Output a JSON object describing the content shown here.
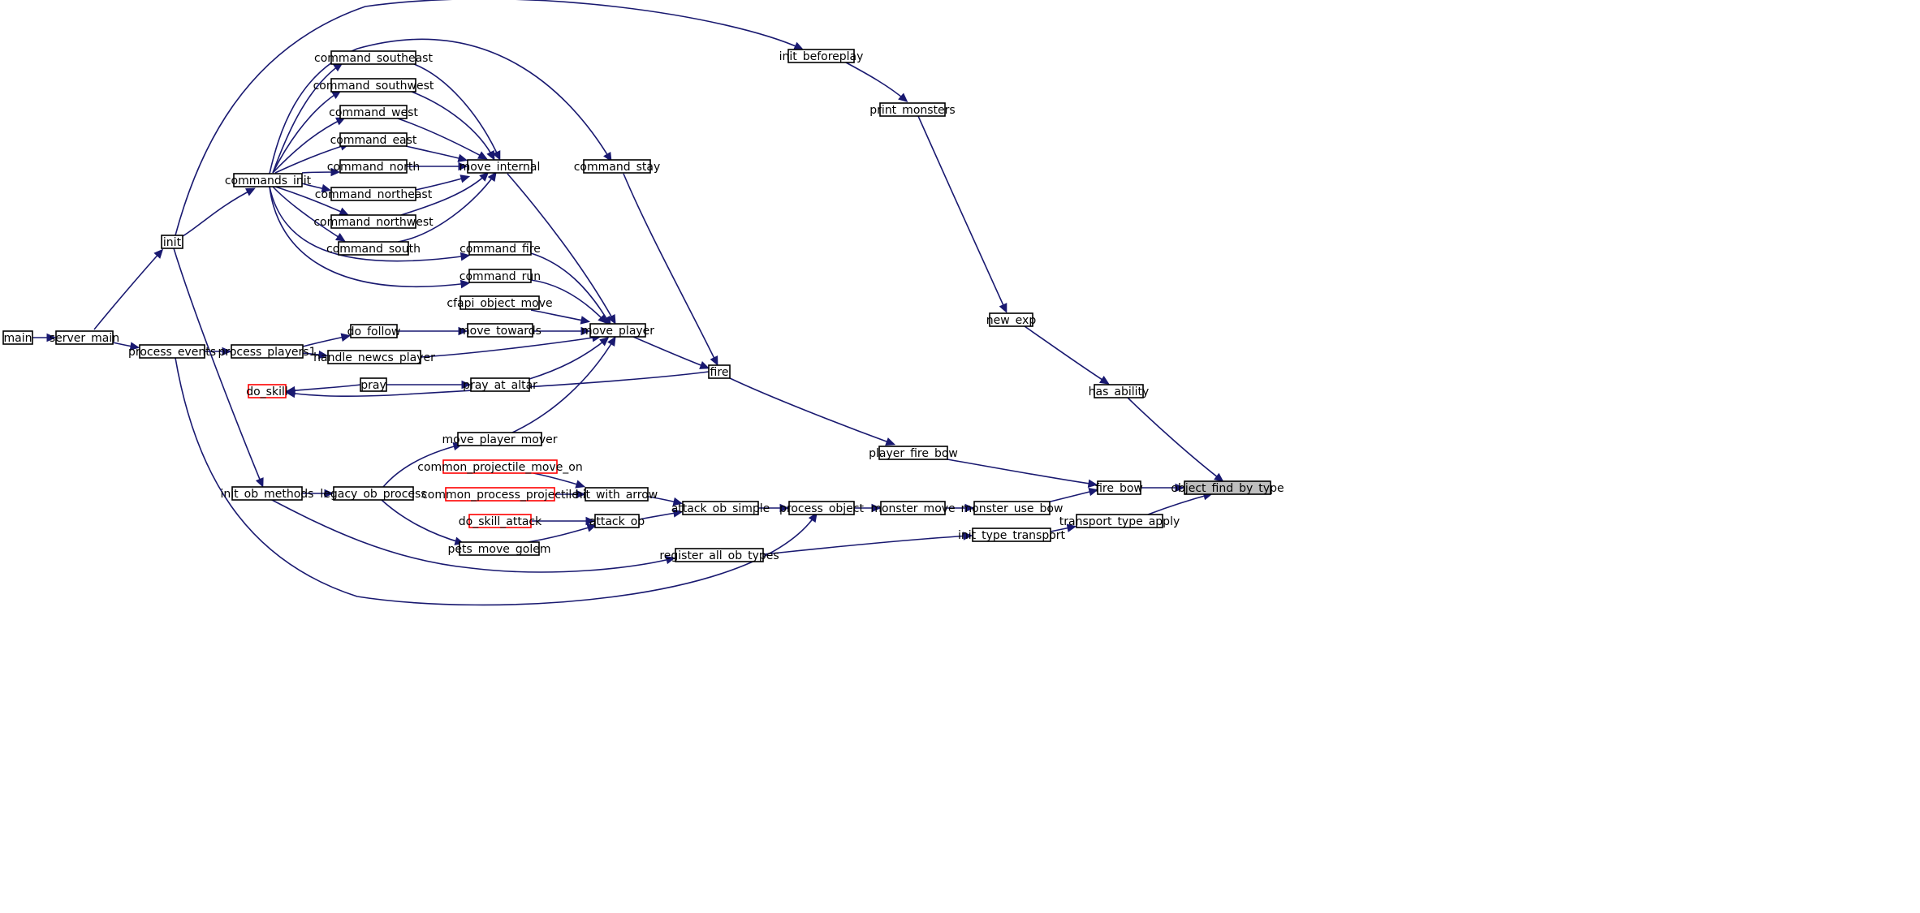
{
  "graph": {
    "focus": "object_find_by_type",
    "colors": {
      "edge": "#191970",
      "node_border": "#000000",
      "node_border_truncated": "#ff0000",
      "focus_fill": "#bfbfbf"
    },
    "nodes": [
      {
        "id": "main",
        "label": "main"
      },
      {
        "id": "server_main",
        "label": "server_main"
      },
      {
        "id": "init",
        "label": "init"
      },
      {
        "id": "process_events",
        "label": "process_events"
      },
      {
        "id": "commands_init",
        "label": "commands_init"
      },
      {
        "id": "process_players1",
        "label": "process_players1"
      },
      {
        "id": "do_follow",
        "label": "do_follow"
      },
      {
        "id": "handle_newcs_player",
        "label": "handle_newcs_player"
      },
      {
        "id": "do_skill",
        "label": "do_skill",
        "truncated": true
      },
      {
        "id": "pray",
        "label": "pray"
      },
      {
        "id": "init_ob_methods",
        "label": "init_ob_methods"
      },
      {
        "id": "legacy_ob_process",
        "label": "legacy_ob_process"
      },
      {
        "id": "command_southeast",
        "label": "command_southeast"
      },
      {
        "id": "command_southwest",
        "label": "command_southwest"
      },
      {
        "id": "command_west",
        "label": "command_west"
      },
      {
        "id": "command_east",
        "label": "command_east"
      },
      {
        "id": "command_north",
        "label": "command_north"
      },
      {
        "id": "command_northeast",
        "label": "command_northeast"
      },
      {
        "id": "command_northwest",
        "label": "command_northwest"
      },
      {
        "id": "command_south",
        "label": "command_south"
      },
      {
        "id": "command_fire",
        "label": "command_fire"
      },
      {
        "id": "command_run",
        "label": "command_run"
      },
      {
        "id": "cfapi_object_move",
        "label": "cfapi_object_move"
      },
      {
        "id": "move_towards",
        "label": "move_towards"
      },
      {
        "id": "pray_at_altar",
        "label": "pray_at_altar"
      },
      {
        "id": "move_player_mover",
        "label": "move_player_mover"
      },
      {
        "id": "common_projectile_move_on",
        "label": "common_projectile_move_on",
        "truncated": true
      },
      {
        "id": "common_process_projectile",
        "label": "common_process_projectile",
        "truncated": true
      },
      {
        "id": "do_skill_attack",
        "label": "do_skill_attack",
        "truncated": true
      },
      {
        "id": "pets_move_golem",
        "label": "pets_move_golem"
      },
      {
        "id": "move_internal",
        "label": "move_internal"
      },
      {
        "id": "move_player",
        "label": "move_player"
      },
      {
        "id": "hit_with_arrow",
        "label": "hit_with_arrow"
      },
      {
        "id": "attack_ob",
        "label": "attack_ob"
      },
      {
        "id": "command_stay",
        "label": "command_stay"
      },
      {
        "id": "register_all_ob_types",
        "label": "register_all_ob_types"
      },
      {
        "id": "attack_ob_simple",
        "label": "attack_ob_simple"
      },
      {
        "id": "fire",
        "label": "fire"
      },
      {
        "id": "process_object",
        "label": "process_object"
      },
      {
        "id": "init_beforeplay",
        "label": "init_beforeplay"
      },
      {
        "id": "print_monsters",
        "label": "print_monsters"
      },
      {
        "id": "player_fire_bow",
        "label": "player_fire_bow"
      },
      {
        "id": "monster_move",
        "label": "monster_move"
      },
      {
        "id": "new_exp",
        "label": "new_exp"
      },
      {
        "id": "monster_use_bow",
        "label": "monster_use_bow"
      },
      {
        "id": "init_type_transport",
        "label": "init_type_transport"
      },
      {
        "id": "has_ability",
        "label": "has_ability"
      },
      {
        "id": "fire_bow",
        "label": "fire_bow"
      },
      {
        "id": "transport_type_apply",
        "label": "transport_type_apply"
      },
      {
        "id": "object_find_by_type",
        "label": "object_find_by_type"
      }
    ],
    "edges": [
      [
        "main",
        "server_main"
      ],
      [
        "server_main",
        "init"
      ],
      [
        "server_main",
        "process_events"
      ],
      [
        "init",
        "commands_init"
      ],
      [
        "init",
        "init_beforeplay"
      ],
      [
        "init",
        "init_ob_methods"
      ],
      [
        "process_events",
        "process_players1"
      ],
      [
        "process_events",
        "process_object"
      ],
      [
        "commands_init",
        "command_southeast"
      ],
      [
        "commands_init",
        "command_southwest"
      ],
      [
        "commands_init",
        "command_west"
      ],
      [
        "commands_init",
        "command_east"
      ],
      [
        "commands_init",
        "command_north"
      ],
      [
        "commands_init",
        "command_northeast"
      ],
      [
        "commands_init",
        "command_northwest"
      ],
      [
        "commands_init",
        "command_south"
      ],
      [
        "commands_init",
        "command_fire"
      ],
      [
        "commands_init",
        "command_run"
      ],
      [
        "commands_init",
        "command_stay"
      ],
      [
        "process_players1",
        "do_follow"
      ],
      [
        "process_players1",
        "handle_newcs_player"
      ],
      [
        "do_follow",
        "move_towards"
      ],
      [
        "pray",
        "do_skill"
      ],
      [
        "pray",
        "pray_at_altar"
      ],
      [
        "init_ob_methods",
        "legacy_ob_process"
      ],
      [
        "init_ob_methods",
        "register_all_ob_types"
      ],
      [
        "legacy_ob_process",
        "move_player_mover"
      ],
      [
        "legacy_ob_process",
        "pets_move_golem"
      ],
      [
        "command_southeast",
        "move_internal"
      ],
      [
        "command_southwest",
        "move_internal"
      ],
      [
        "command_west",
        "move_internal"
      ],
      [
        "command_east",
        "move_internal"
      ],
      [
        "command_north",
        "move_internal"
      ],
      [
        "command_northeast",
        "move_internal"
      ],
      [
        "command_northwest",
        "move_internal"
      ],
      [
        "command_south",
        "move_internal"
      ],
      [
        "command_fire",
        "move_player"
      ],
      [
        "command_run",
        "move_player"
      ],
      [
        "cfapi_object_move",
        "move_player"
      ],
      [
        "move_towards",
        "move_player"
      ],
      [
        "handle_newcs_player",
        "move_player"
      ],
      [
        "pray_at_altar",
        "move_player"
      ],
      [
        "move_player_mover",
        "move_player"
      ],
      [
        "move_internal",
        "move_player"
      ],
      [
        "common_projectile_move_on",
        "hit_with_arrow"
      ],
      [
        "common_process_projectile",
        "hit_with_arrow"
      ],
      [
        "do_skill_attack",
        "attack_ob"
      ],
      [
        "pets_move_golem",
        "attack_ob"
      ],
      [
        "move_player",
        "fire"
      ],
      [
        "command_stay",
        "fire"
      ],
      [
        "fire",
        "do_skill"
      ],
      [
        "fire",
        "player_fire_bow"
      ],
      [
        "hit_with_arrow",
        "attack_ob_simple"
      ],
      [
        "attack_ob",
        "attack_ob_simple"
      ],
      [
        "attack_ob_simple",
        "process_object"
      ],
      [
        "register_all_ob_types",
        "init_type_transport"
      ],
      [
        "process_object",
        "monster_move"
      ],
      [
        "init_beforeplay",
        "print_monsters"
      ],
      [
        "print_monsters",
        "new_exp"
      ],
      [
        "new_exp",
        "has_ability"
      ],
      [
        "monster_move",
        "monster_use_bow"
      ],
      [
        "player_fire_bow",
        "fire_bow"
      ],
      [
        "monster_use_bow",
        "fire_bow"
      ],
      [
        "init_type_transport",
        "transport_type_apply"
      ],
      [
        "has_ability",
        "object_find_by_type"
      ],
      [
        "fire_bow",
        "object_find_by_type"
      ],
      [
        "transport_type_apply",
        "object_find_by_type"
      ]
    ]
  }
}
